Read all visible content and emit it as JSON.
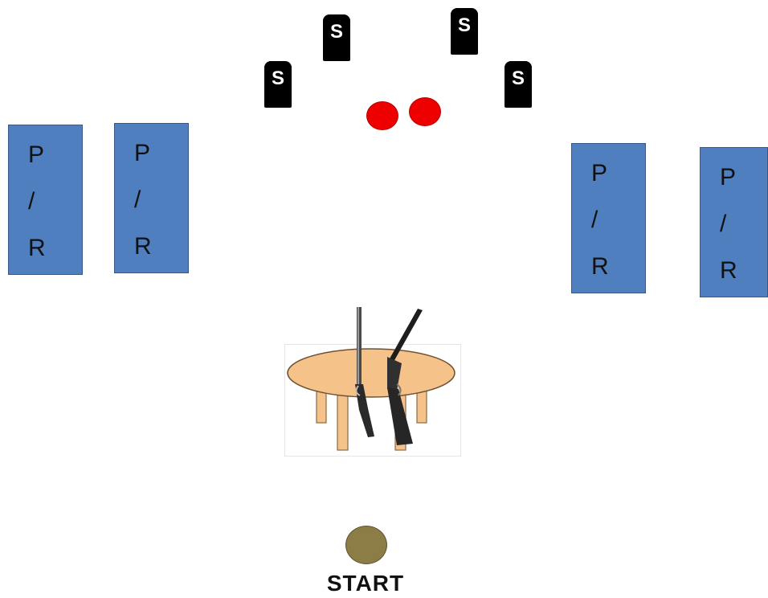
{
  "steel_targets": [
    {
      "label": "S"
    },
    {
      "label": "S"
    },
    {
      "label": "S"
    },
    {
      "label": "S"
    }
  ],
  "poppers": [
    {
      "color": "#ee0000"
    },
    {
      "color": "#ee0000"
    }
  ],
  "panels": [
    {
      "line1": "P",
      "line2": "/",
      "line3": "R"
    },
    {
      "line1": "P",
      "line2": "/",
      "line3": "R"
    },
    {
      "line1": "P",
      "line2": "/",
      "line3": "R"
    },
    {
      "line1": "P",
      "line2": "/",
      "line3": "R"
    }
  ],
  "start": {
    "label": "START"
  },
  "colors": {
    "panel": "#4f7fbf",
    "popper": "#ee0000",
    "steel": "#000000",
    "table": "#f5c28a",
    "start_marker": "#8c7c45"
  },
  "icons": [
    "table-with-rifles-icon",
    "steel-target-icon",
    "popper-target-icon",
    "start-marker-icon"
  ]
}
